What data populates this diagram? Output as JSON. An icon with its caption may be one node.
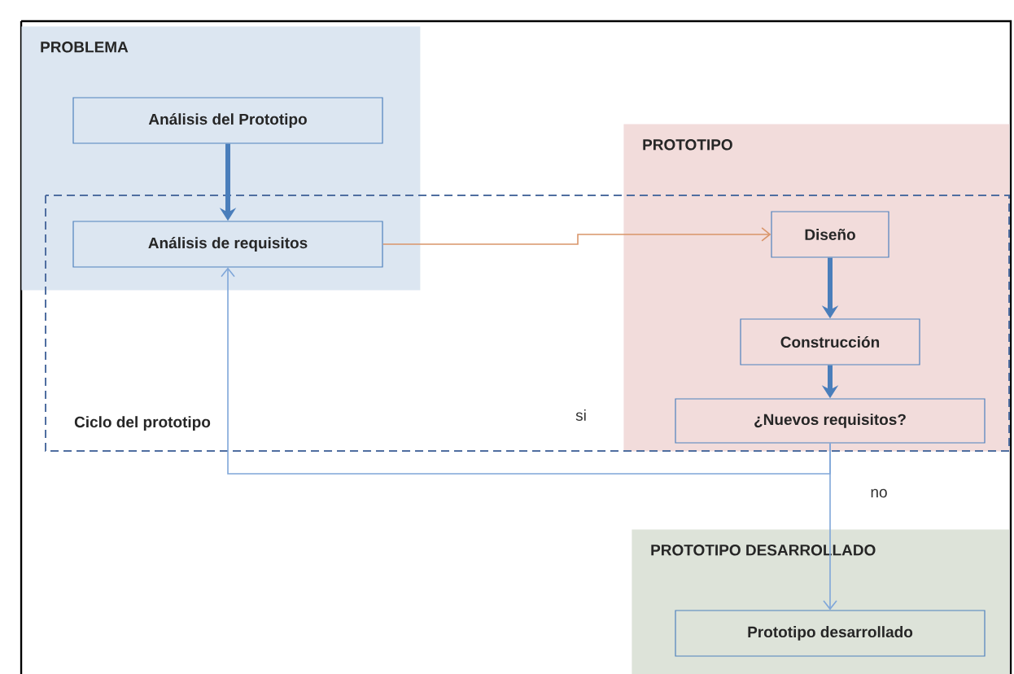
{
  "diagram": {
    "nodes": [
      {
        "text": [
          "PROBLEMA"
        ]
      },
      {
        "text": [
          "Análisis del Prototipo"
        ],
        "in": 0
      },
      {
        "text": [
          "Análisis de requisitos"
        ],
        "in": 0
      },
      {
        "text": [
          "PROTOTIPO"
        ]
      },
      {
        "text": [
          "Diseño"
        ],
        "in": 3
      },
      {
        "text": [
          "Construcción"
        ],
        "in": 3
      },
      {
        "text": [
          "¿Nuevos requisitos?"
        ],
        "in": 3
      },
      {
        "text": [
          "PROTOTIPO DESARROLLADO"
        ]
      },
      {
        "text": [
          "Prototipo desarrollado"
        ],
        "in": 7
      }
    ],
    "edges": [
      {
        "from": 1,
        "to": 2,
        "arrow": "to",
        "style": "thick",
        "color": "#4a7ebb"
      },
      {
        "from": 2,
        "to": 4,
        "arrow": "to",
        "color": "#d9956a"
      },
      {
        "from": 4,
        "to": 5,
        "arrow": "to",
        "style": "thick",
        "color": "#4a7ebb"
      },
      {
        "from": 5,
        "to": 6,
        "arrow": "to",
        "style": "thick",
        "color": "#4a7ebb"
      },
      {
        "from": 6,
        "to": 2,
        "arrow": "to",
        "label": "si",
        "color": "#7fa6d9"
      },
      {
        "from": 6,
        "to": 8,
        "arrow": "to",
        "label": "no",
        "color": "#7fa6d9"
      }
    ],
    "labels": [
      "Ciclo del prototipo"
    ]
  }
}
